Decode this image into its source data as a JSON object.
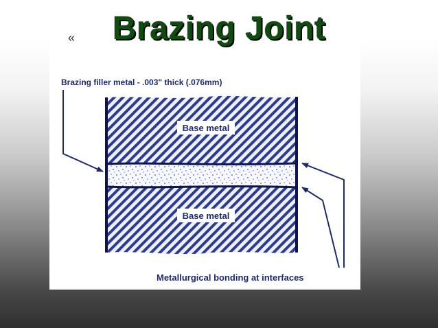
{
  "slide": {
    "title": "Brazing Joint",
    "cursor_glyph": "«"
  },
  "diagram": {
    "filler_label": "Brazing filler metal - .003\" thick (.076mm)",
    "base_metal_top": "Base metal",
    "base_metal_bottom": "Base metal",
    "bonding_label": "Metallurgical bonding at interfaces"
  },
  "colors": {
    "title_green": "#0f4d0f",
    "hatch_blue": "#1f2f8a",
    "label_navy": "#1d2a6b"
  },
  "icons": {
    "cursor": "double-chevron-left-icon"
  }
}
